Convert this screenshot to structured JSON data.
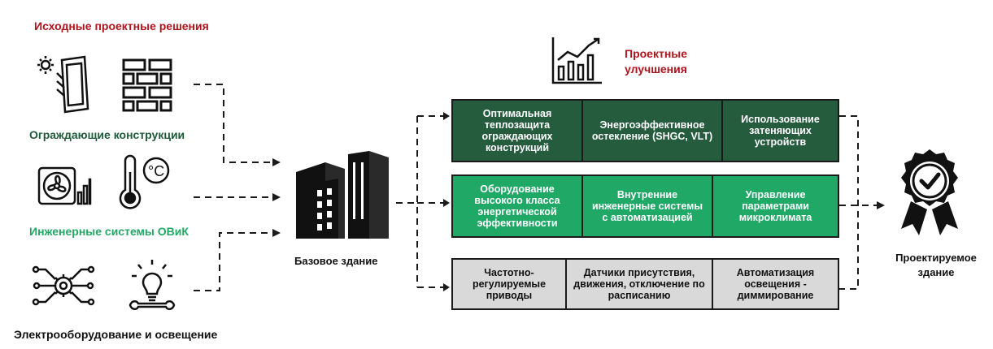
{
  "colors": {
    "header_red": "#b0141c",
    "dark_green": "#255c3e",
    "bright_green": "#1fa866",
    "gray": "#d9d9d9",
    "line": "#1a1a1a"
  },
  "header": {
    "initial_solutions": "Исходные проектные решения",
    "improvements": "Проектные улучшения"
  },
  "categories": {
    "envelope": "Ограждающие конструкции",
    "hvac": "Инженерные системы ОВиК",
    "electrical": "Электрооборудование и освещение"
  },
  "base_building": "Базовое здание",
  "result_building": "Проектируемое здание",
  "rows": {
    "envelope": [
      "Оптимальная теплозащита ограждающих конструкций",
      "Энергоэффективное остекление (SHGC, VLT)",
      "Использование затеняющих устройств"
    ],
    "hvac": [
      "Оборудование высокого класса энергетической эффективности",
      "Внутренние инженерные системы с автоматизацией",
      "Управление параметрами микроклимата"
    ],
    "electrical": [
      "Частотно-регулируемые приводы",
      "Датчики присутствия, движения, отключение по расписанию",
      "Автоматизация освещения - диммирование"
    ]
  },
  "icons": {
    "window": "window-sun-icon",
    "wall": "brick-wall-icon",
    "fan": "fan-icon",
    "thermometer": "thermometer-celsius-icon",
    "network": "gear-network-icon",
    "bulb": "lightbulb-wrench-icon",
    "chart": "growth-chart-icon",
    "buildings": "buildings-icon",
    "badge": "approval-badge-icon"
  }
}
